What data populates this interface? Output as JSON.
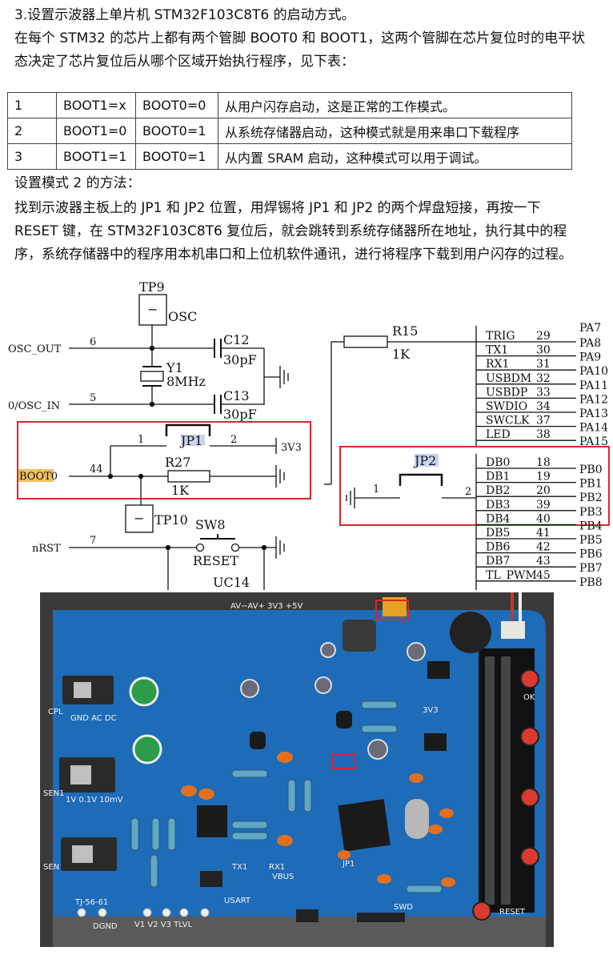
{
  "text": {
    "heading": "3.设置示波器上单片机 STM32F103C8T6 的启动方式。",
    "intro": "在每个 STM32 的芯片上都有两个管脚 BOOT0 和 BOOT1，这两个管脚在芯片复位时的电平状态决定了芯片复位后从哪个区域开始执行程序，见下表：",
    "method_title": "设置模式 2 的方法：",
    "method": "找到示波器主板上的 JP1 和 JP2 位置，用焊锡将 JP1 和 JP2 的两个焊盘短接，再按一下 RESET 键，在 STM32F103C8T6 复位后，就会跳转到系统存储器所在地址，执行其中的程序，系统存储器中的程序用本机串口和上位机软件通讯，进行将程序下载到用户闪存的过程。"
  },
  "boot_table": [
    [
      "1",
      "BOOT1=x",
      "BOOT0=0",
      "从用户闪存启动，这是正常的工作模式。"
    ],
    [
      "2",
      "BOOT1=0",
      "BOOT0=1",
      "从系统存储器启动，这种模式就是用来串口下载程序"
    ],
    [
      "3",
      "BOOT1=1",
      "BOOT0=1",
      "从内置 SRAM 启动，这种模式可以用于调试。"
    ]
  ],
  "schematic": {
    "tp9": "TP9",
    "osc": "OSC",
    "osc_out": "OSC_OUT",
    "osc_in": "0/OSC_IN",
    "pin6": "6",
    "pin5": "5",
    "c12": "C12",
    "c12_val": "30pF",
    "c13": "C13",
    "c13_val": "30pF",
    "y1": "Y1",
    "y1_val": "8MHz",
    "jp1": "JP1",
    "jp1_pin1": "1",
    "jp1_pin2": "2",
    "v3v3": "3V3",
    "r27": "R27",
    "r27_val": "1K",
    "boot0": "BOOT0",
    "pin44": "44",
    "tp10": "TP10",
    "sw8": "SW8",
    "reset": "RESET",
    "nrst": "nRST",
    "pin7": "7",
    "uc14": "UC14",
    "tp_minus": "−",
    "r15": "R15",
    "r15_val": "1K",
    "jp2": "JP2",
    "jp2_pin1": "1",
    "jp2_pin2": "2",
    "connector_top": [
      {
        "sig": "TRIG",
        "pin": "29",
        "port": "PA8"
      },
      {
        "sig": "TX1",
        "pin": "30",
        "port": "PA9"
      },
      {
        "sig": "RX1",
        "pin": "31",
        "port": "PA10"
      },
      {
        "sig": "USBDM",
        "pin": "32",
        "port": "PA11"
      },
      {
        "sig": "USBDP",
        "pin": "33",
        "port": "PA12"
      },
      {
        "sig": "SWDIO",
        "pin": "34",
        "port": "PA13"
      },
      {
        "sig": "SWCLK",
        "pin": "37",
        "port": "PA14"
      },
      {
        "sig": "LED",
        "pin": "38",
        "port": "PA15"
      }
    ],
    "pa7": "PA7",
    "connector_bottom": [
      {
        "sig": "DB0",
        "pin": "18",
        "port": "PB0"
      },
      {
        "sig": "DB1",
        "pin": "19",
        "port": "PB1"
      },
      {
        "sig": "DB2",
        "pin": "20",
        "port": "PB2"
      },
      {
        "sig": "DB3",
        "pin": "39",
        "port": "PB3"
      },
      {
        "sig": "DB4",
        "pin": "40",
        "port": "PB4"
      },
      {
        "sig": "DB5",
        "pin": "41",
        "port": "PB5"
      },
      {
        "sig": "DB6",
        "pin": "42",
        "port": "PB6"
      },
      {
        "sig": "DB7",
        "pin": "43",
        "port": "PB7"
      },
      {
        "sig": "TL_PWM",
        "pin": "45",
        "port": "PB8"
      }
    ]
  },
  "photo": {
    "top_labels": "AV−AV+ 3V3 +5V",
    "cpl": "CPL",
    "sen1": "SEN1",
    "range1": "1V 0.1V 10mV",
    "sen": "SEN",
    "gnd_ac_dc": "GND AC DC",
    "tx1": "TX1",
    "rx1": "RX1",
    "vbus": "VBUS",
    "swd": "SWD",
    "jp1": "JP1",
    "reset": "RESET",
    "bottom_labels": "V1 V2 V3 TLVL",
    "usart": "USART",
    "dgnd": "DGND",
    "tj": "TJ-56-61",
    "ok": "OK",
    "v3v3": "3V3"
  },
  "colors": {
    "highlight_box": "#d9262c",
    "jp_highlight": "#c8d4f0",
    "boot0_highlight": "#f0c060",
    "pcb_blue": "#1e6bb8"
  }
}
